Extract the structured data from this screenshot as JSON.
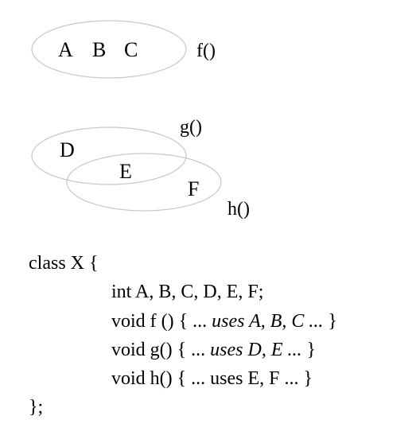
{
  "diagram": {
    "stroke_color": "#c8c8c8",
    "text_color": "#000000",
    "groups": [
      {
        "function_label": "f()",
        "members": [
          "A",
          "B",
          "C"
        ]
      },
      {
        "function_label": "g()",
        "members": [
          "D",
          "E"
        ]
      },
      {
        "function_label": "h()",
        "members": [
          "E",
          "F"
        ]
      }
    ],
    "node_labels": {
      "a": "A",
      "b": "B",
      "c": "C",
      "d": "D",
      "e": "E",
      "f": "F"
    },
    "function_labels": {
      "f": "f()",
      "g": "g()",
      "h": "h()"
    }
  },
  "code": {
    "class_open": "class X {",
    "fields": "int A, B, C, D, E, F;",
    "method_f": {
      "signature": "void f () { ... ",
      "uses": "uses A, B, C ...",
      "close": " }"
    },
    "method_g": {
      "signature": "void g() { ... ",
      "uses": "uses D, E ...",
      "close": " }"
    },
    "method_h": {
      "text": "void h() { ... uses E, F ... }"
    },
    "class_close": "};"
  }
}
